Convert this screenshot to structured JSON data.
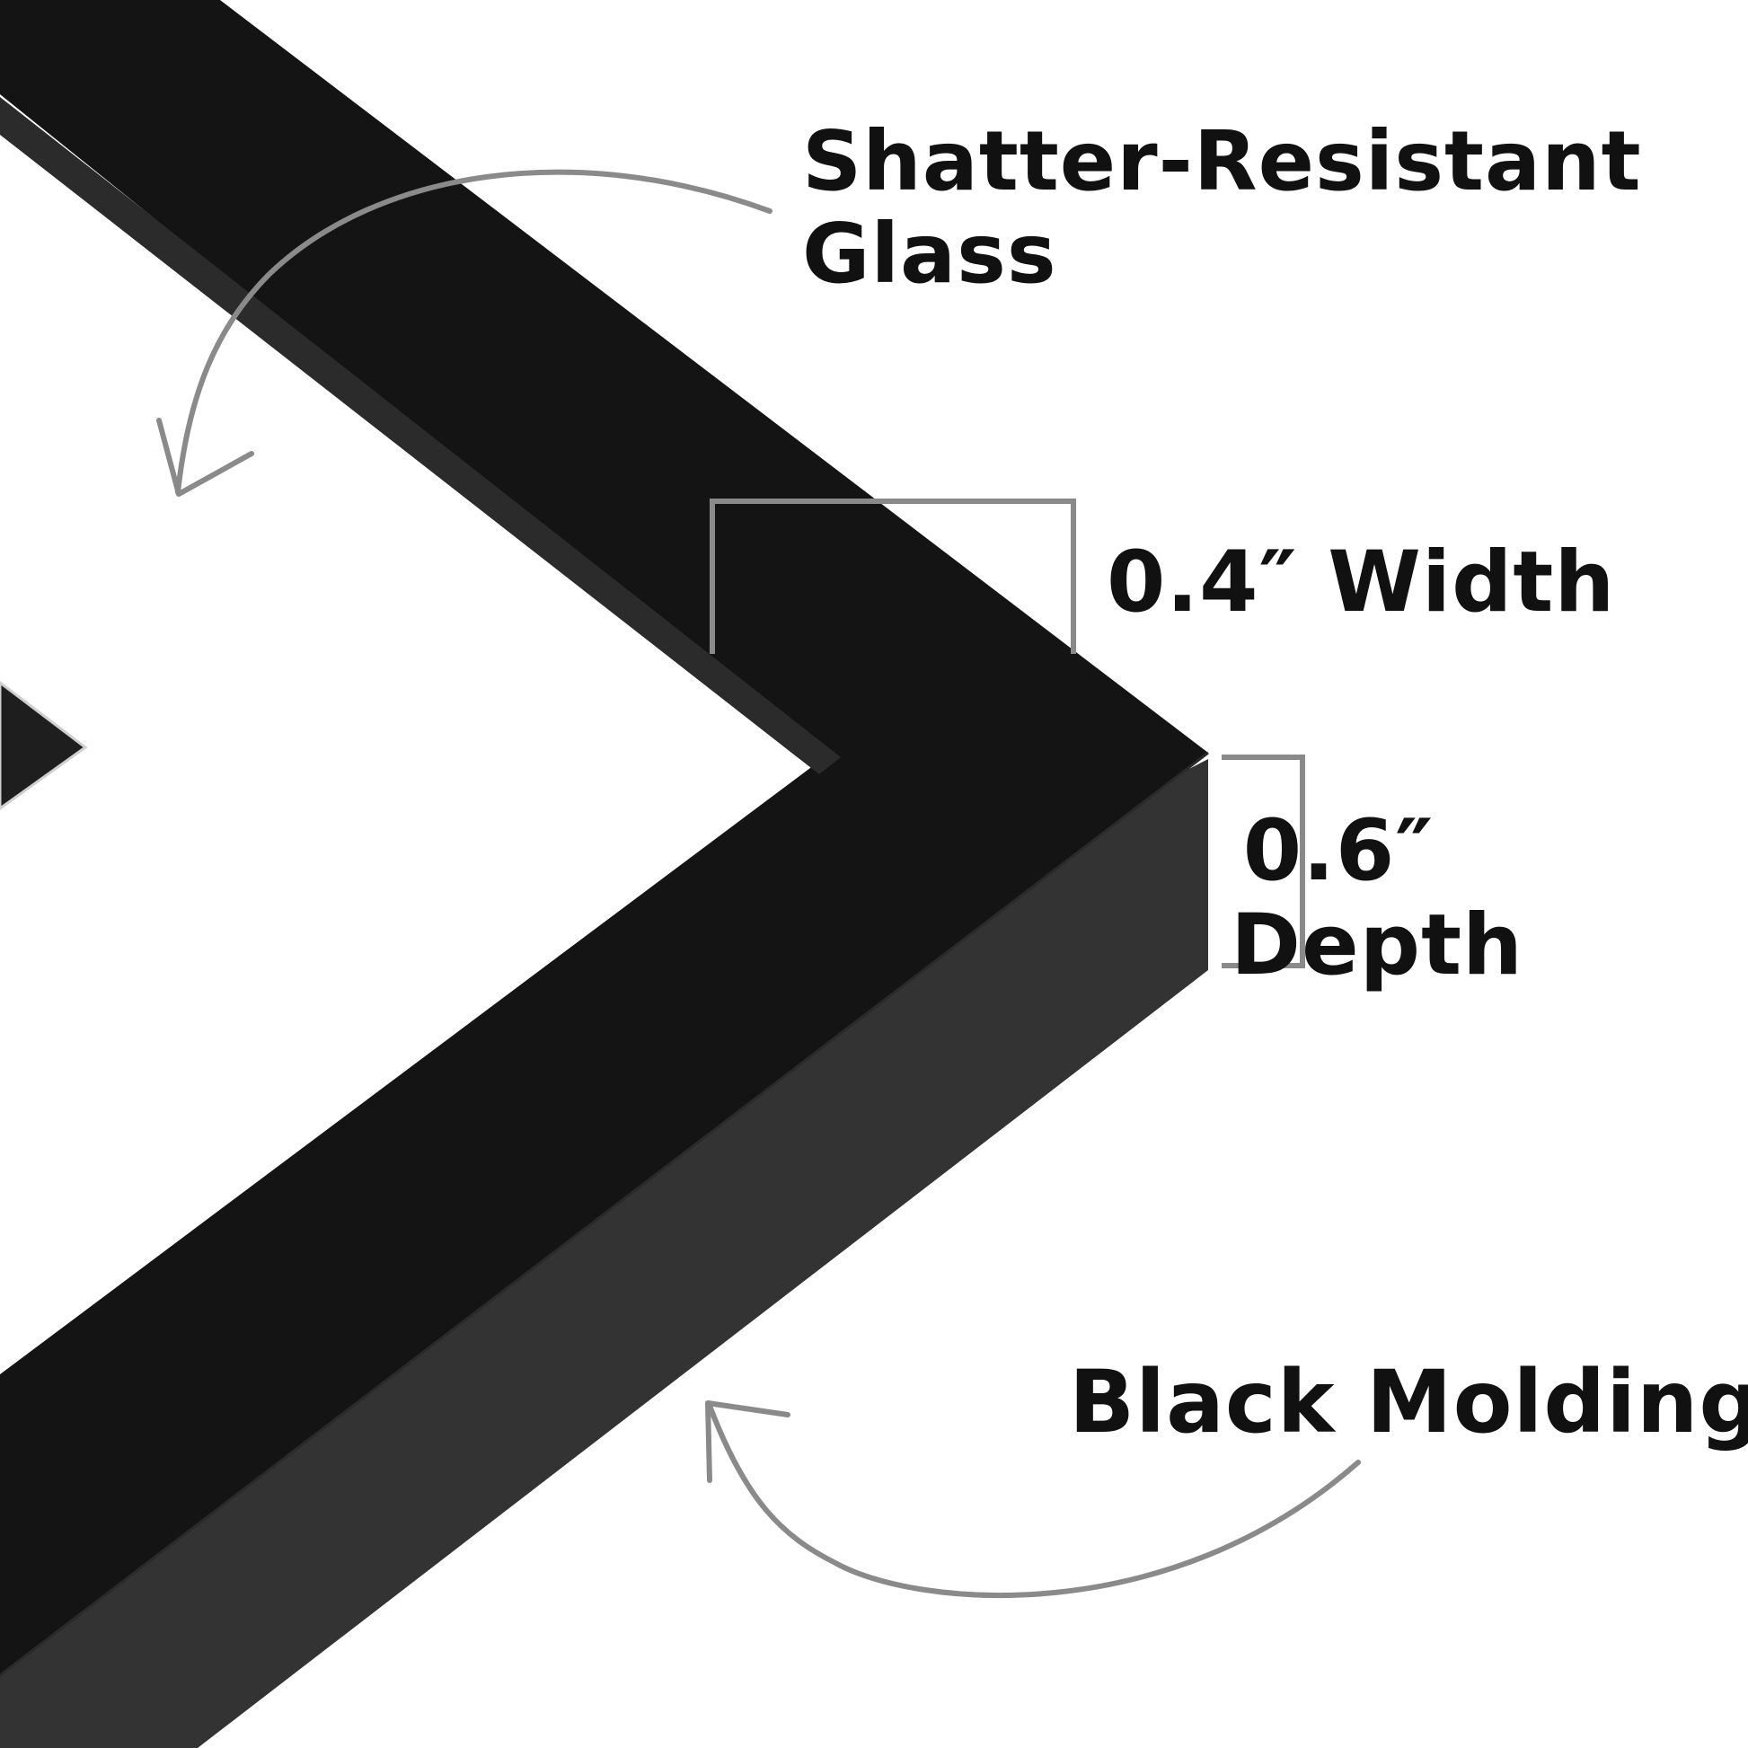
{
  "colors": {
    "background": "#ffffff",
    "frame_face": "#141414",
    "frame_side": "#333333",
    "glass_edge": "#2b2b2b",
    "mat_shadow": "#bdbdbd",
    "annotation": "#8a8a8a",
    "text": "#111111"
  },
  "labels": {
    "glass": {
      "line1": "Shatter-Resistant",
      "line2": "Glass"
    },
    "width": "0.4″ Width",
    "depth": {
      "line1": "0.6″",
      "line2": "Depth"
    },
    "molding": "Black Molding"
  },
  "icons": {
    "glass_pointer": "curved-arrow-icon",
    "molding_pointer": "curved-arrow-icon",
    "width_marker": "dimension-bracket-icon",
    "depth_marker": "dimension-bracket-icon"
  }
}
